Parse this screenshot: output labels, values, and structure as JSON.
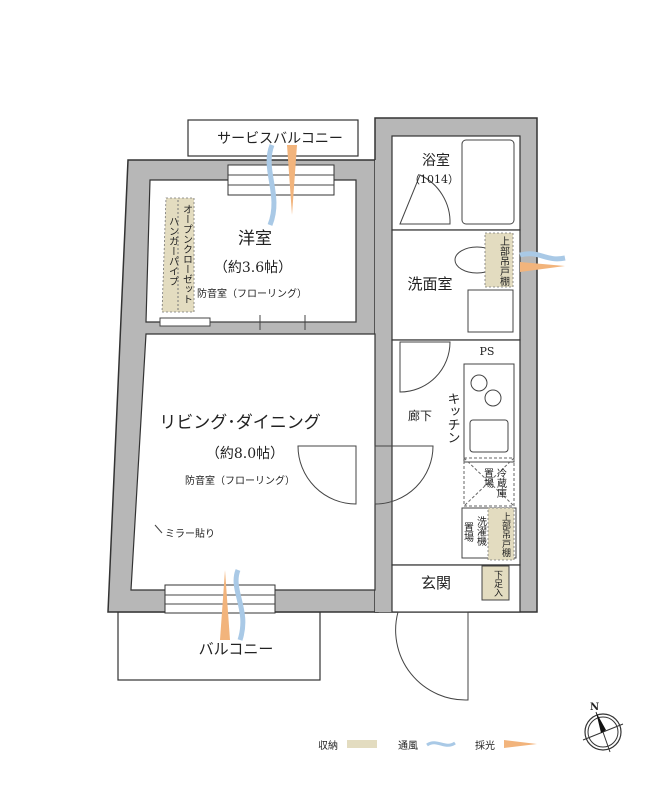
{
  "rooms": {
    "service_balcony": "サービスバルコニー",
    "western_room": {
      "name": "洋室",
      "size": "（約3.6帖）",
      "note": "防音室（フローリング）"
    },
    "closet": {
      "line1": "オープンクローゼット",
      "line2": "ハンガーパイプ"
    },
    "ldk": {
      "name": "リビング･ダイニング",
      "size": "（約8.0帖）",
      "note": "防音室（フローリング）"
    },
    "mirror": "ミラー貼り",
    "balcony": "バルコニー",
    "bath": {
      "name": "浴室",
      "size": "（1014）"
    },
    "washroom": "洗面室",
    "upper_cabinet": "上部吊戸棚",
    "ps": "PS",
    "kitchen": "キッチン",
    "corridor": "廊下",
    "fridge": {
      "line1": "冷蔵庫",
      "line2": "置場"
    },
    "washer": {
      "line1": "洗濯機",
      "line2": "置場"
    },
    "upper_cabinet_2": "上部吊戸棚",
    "entrance": "玄関",
    "shoe_box": "下足入"
  },
  "legend": {
    "storage": {
      "label": "収納",
      "color": "#e3dcc0"
    },
    "ventilation": {
      "label": "通風",
      "color": "#a9c9e6"
    },
    "daylight": {
      "label": "採光",
      "color": "#f2b47c"
    }
  },
  "compass": {
    "label": "N"
  }
}
